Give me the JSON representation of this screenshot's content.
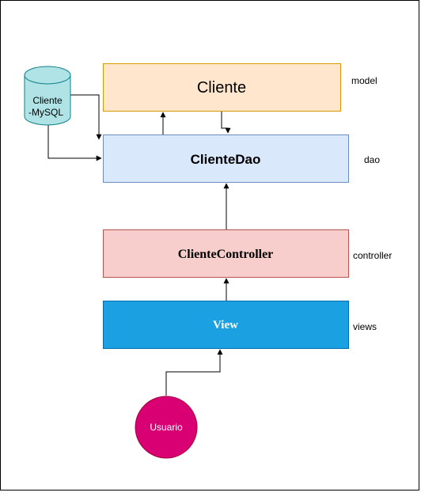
{
  "diagram": {
    "nodes": {
      "model": {
        "label": "Cliente",
        "fill": "#ffe6cc",
        "stroke": "#d79b00"
      },
      "dao": {
        "label": "ClienteDao",
        "fill": "#dae8fc",
        "stroke": "#6c8ebf"
      },
      "controller": {
        "label": "ClienteController",
        "fill": "#f8cecc",
        "stroke": "#b85450"
      },
      "view": {
        "label": "View",
        "fill": "#1ba1e2",
        "stroke": "#006eaf",
        "text_color": "#ffffff"
      },
      "database": {
        "label_line1": "Cliente",
        "label_line2": "-MySQL",
        "fill": "#b0e3e6",
        "stroke": "#0e8088"
      },
      "user": {
        "label": "Usuario",
        "fill": "#d80073",
        "stroke": "#a50040",
        "text_color": "#ffffff"
      }
    },
    "layer_labels": {
      "model": "model",
      "dao": "dao",
      "controller": "controller",
      "views": "views"
    }
  }
}
